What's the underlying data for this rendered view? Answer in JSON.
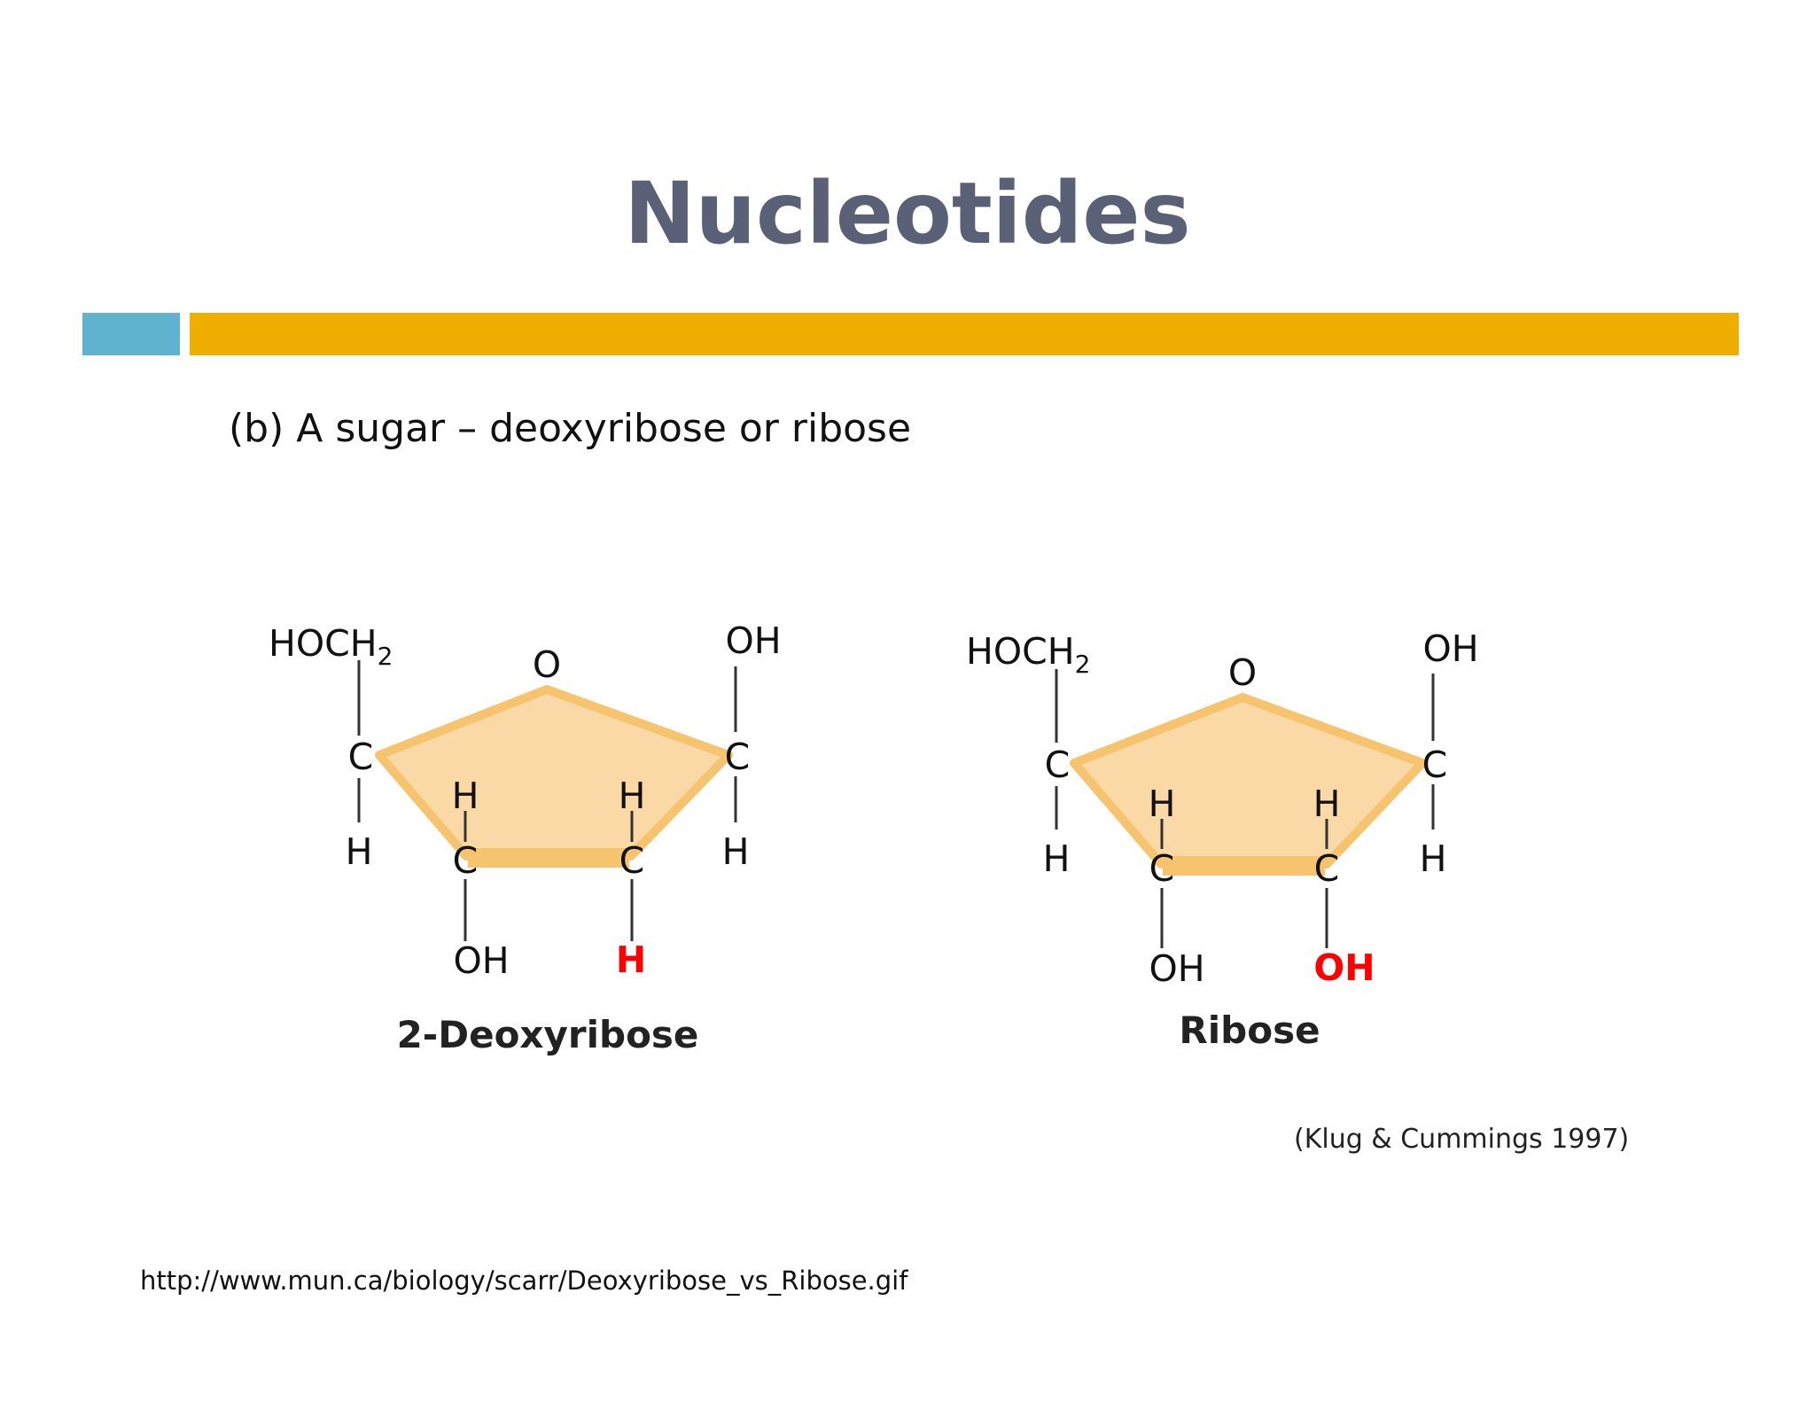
{
  "title": "Nucleotides",
  "subtitle": "(b) A sugar – deoxyribose or ribose",
  "colors": {
    "accent_blue": "#5fb3ce",
    "accent_gold": "#f0ae00",
    "ring_fill": "#fbd9a6",
    "ring_edge": "#f6c46e",
    "highlight": "#ff0000"
  },
  "deoxyribose": {
    "hoch_main": "HOCH",
    "hoch_sub": "2",
    "o": "O",
    "oh_top": "OH",
    "c_left": "C",
    "h_left": "H",
    "c_right": "C",
    "h_right": "H",
    "h_c3": "H",
    "c3": "C",
    "oh_c3": "OH",
    "h_c2": "H",
    "c2": "C",
    "sub_c2": "H",
    "name": "2-Deoxyribose"
  },
  "ribose": {
    "hoch_main": "HOCH",
    "hoch_sub": "2",
    "o": "O",
    "oh_top": "OH",
    "c_left": "C",
    "h_left": "H",
    "c_right": "C",
    "h_right": "H",
    "h_c3": "H",
    "c3": "C",
    "oh_c3": "OH",
    "h_c2": "H",
    "c2": "C",
    "sub_c2": "OH",
    "name": "Ribose"
  },
  "citation": "(Klug & Cummings 1997)",
  "source_url": "http://www.mun.ca/biology/scarr/Deoxyribose_vs_Ribose.gif"
}
